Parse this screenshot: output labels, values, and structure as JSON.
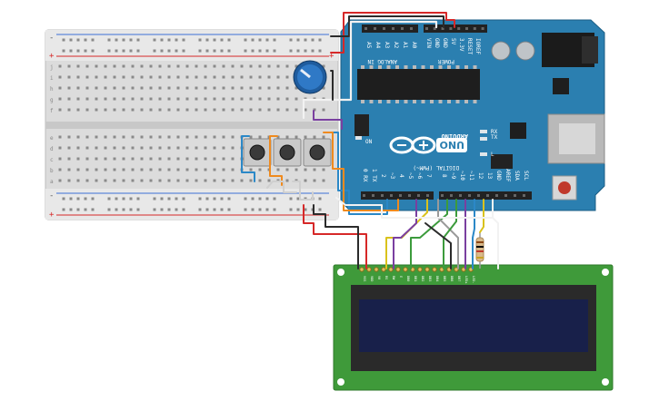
{
  "colors": {
    "board": "#2b7fb0",
    "board_dark": "#1f6b96",
    "breadboard": "#dedede",
    "breadboard_strip": "#e9e9e9",
    "lcd_pcb": "#3f9a3a",
    "lcd_bezel": "#2a2a2a",
    "lcd_screen": "#18204a",
    "pot": "#2f79c6",
    "wire_red": "#d62828",
    "wire_black": "#2b2b2b",
    "wire_blue": "#2b88c7",
    "wire_orange": "#ef8a1e",
    "wire_green": "#3c9b3c",
    "wire_yellow": "#d9c21c",
    "wire_purple": "#7a3fa0",
    "wire_white": "#f2f2f2",
    "wire_gray": "#9a9a9a"
  },
  "breadboard": {
    "top_rows": [
      "j",
      "i",
      "h",
      "g",
      "f"
    ],
    "bottom_rows": [
      "e",
      "d",
      "c",
      "b",
      "a"
    ],
    "plus": "+",
    "minus": "-"
  },
  "arduino": {
    "logo": "UNO",
    "brand": "ARDUINO",
    "header_analog": "ANALOG IN",
    "header_power": "POWER",
    "digital_label": "DIGITAL (PWM~)",
    "on_label": "ON",
    "tx_label": "TX",
    "rx_label": "RX",
    "l_label": "L",
    "analog_pins": [
      "A5",
      "A4",
      "A3",
      "A2",
      "A1",
      "A0"
    ],
    "power_pins": [
      "VIN",
      "GND",
      "GND",
      "5V",
      "3.3V",
      "RESET",
      "IOREF"
    ],
    "digital_pins_low": [
      "0 RX",
      "1 TX",
      "2",
      "~3",
      "4",
      "~5",
      "~6",
      "7"
    ],
    "digital_pins_high": [
      "8",
      "~9",
      "~10",
      "~11",
      "12",
      "13",
      "GND",
      "AREF",
      "SDA",
      "SCL"
    ]
  },
  "lcd": {
    "pins": [
      "VSS",
      "VDD",
      "V0",
      "RS",
      "RW",
      "E",
      "DB0",
      "DB1",
      "DB2",
      "DB3",
      "DB4",
      "DB5",
      "DB6",
      "DB7",
      "LED+",
      "LED-"
    ]
  }
}
